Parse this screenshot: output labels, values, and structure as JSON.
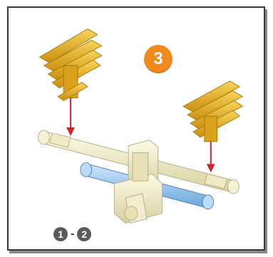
{
  "step": {
    "number": "3",
    "color": "#f08a1c"
  },
  "previous_steps": {
    "first": "1",
    "separator": "-",
    "last": "2",
    "color": "#5a5a5a"
  },
  "colors": {
    "yellow_part": "#e8b422",
    "cream_part": "#f3efcf",
    "blue_part": "#9ec9ee",
    "arrow": "#d6202a",
    "frame_border": "#3a3a3a"
  }
}
